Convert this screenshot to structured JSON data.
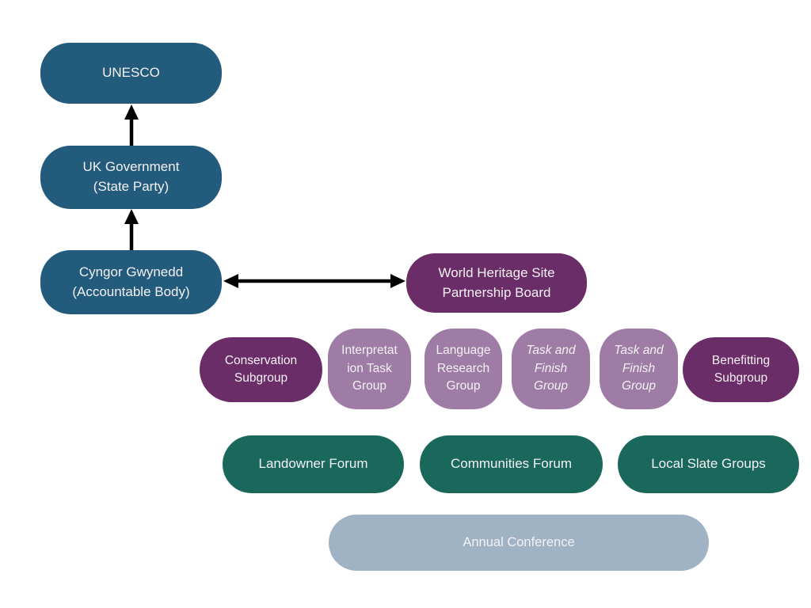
{
  "diagram": {
    "type": "org-chart",
    "background": "#FFFFFF",
    "colors": {
      "dark_blue": "#235B7D",
      "dark_purple": "#6B2D67",
      "light_purple": "#9E7CA6",
      "green": "#1A685C",
      "light_blue_gray": "#9FB3C5",
      "arrow": "#000000",
      "node_text": "#F4F1F4"
    },
    "nodes": {
      "unesco": {
        "label": "UNESCO",
        "color": "#235B7D"
      },
      "uk_government": {
        "label": "UK Government\n(State Party)",
        "color": "#235B7D"
      },
      "cyngor_gwynedd": {
        "label": "Cyngor Gwynedd\n(Accountable Body)",
        "color": "#235B7D"
      },
      "partnership_board": {
        "label": "World Heritage Site\nPartnership Board",
        "color": "#6B2D67"
      },
      "conservation_subgroup": {
        "label": "Conservation\nSubgroup",
        "color": "#6B2D67"
      },
      "interpretation_task_group": {
        "label": "Interpretat\nion Task\nGroup",
        "color": "#9E7CA6"
      },
      "language_research_group": {
        "label": "Language\nResearch\nGroup",
        "color": "#9E7CA6"
      },
      "task_and_finish_group_1": {
        "label": "Task and\nFinish\nGroup",
        "color": "#9E7CA6",
        "italic": true
      },
      "task_and_finish_group_2": {
        "label": "Task and\nFinish\nGroup",
        "color": "#9E7CA6",
        "italic": true
      },
      "benefitting_subgroup": {
        "label": "Benefitting\nSubgroup",
        "color": "#6B2D67"
      },
      "landowner_forum": {
        "label": "Landowner Forum",
        "color": "#1A685C"
      },
      "communities_forum": {
        "label": "Communities Forum",
        "color": "#1A685C"
      },
      "local_slate_groups": {
        "label": "Local Slate Groups",
        "color": "#1A685C"
      },
      "annual_conference": {
        "label": "Annual Conference",
        "color": "#9FB3C5"
      }
    },
    "connectors": [
      {
        "from": "uk_government",
        "to": "unesco",
        "style": "single-arrow-up"
      },
      {
        "from": "cyngor_gwynedd",
        "to": "uk_government",
        "style": "single-arrow-up"
      },
      {
        "from": "cyngor_gwynedd",
        "to": "partnership_board",
        "style": "double-headed-horizontal-arrow"
      }
    ]
  }
}
